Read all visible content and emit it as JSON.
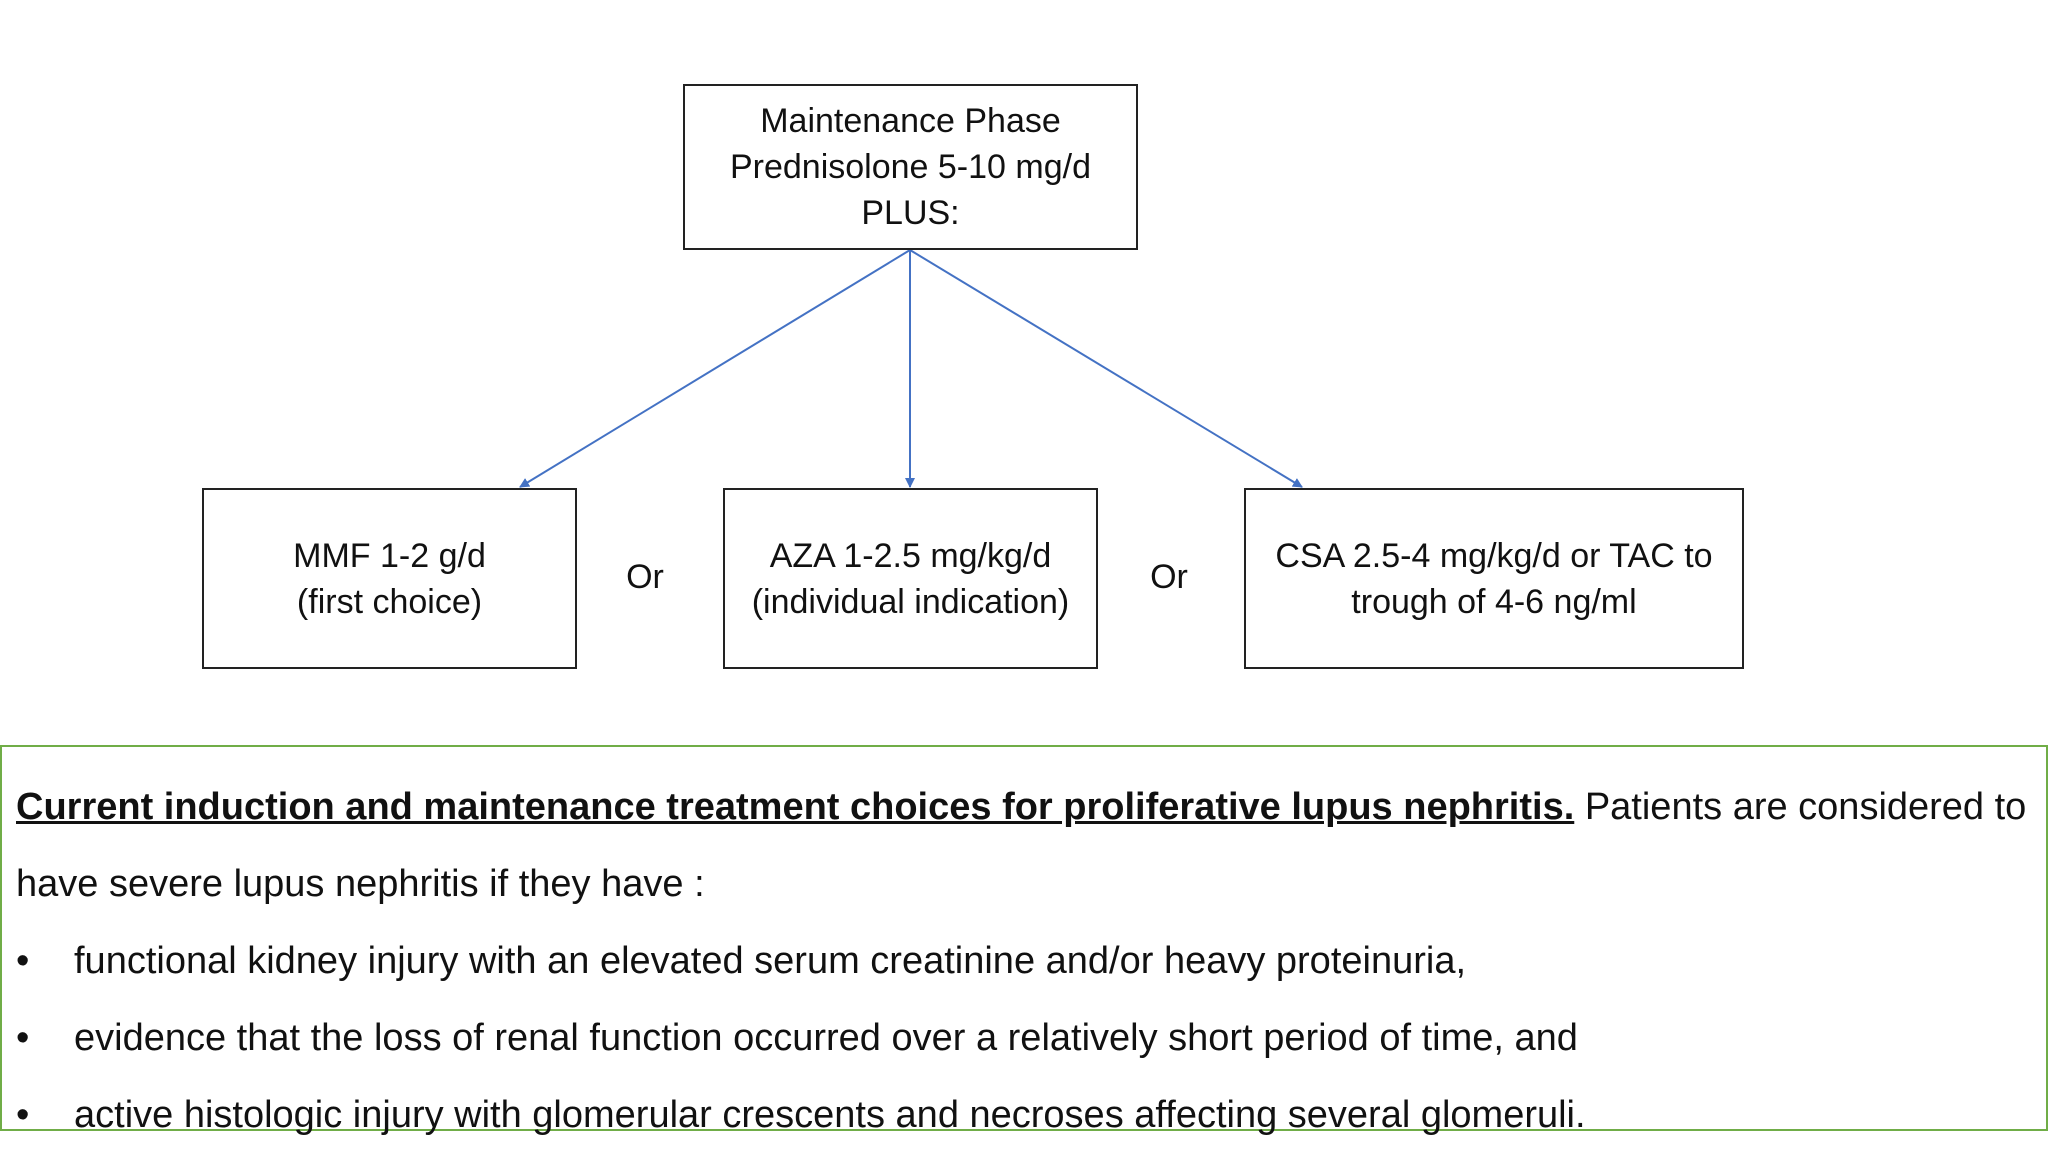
{
  "diagram": {
    "top_box": {
      "lines": [
        "Maintenance Phase",
        "Prednisolone 5-10 mg/d",
        "PLUS:"
      ]
    },
    "options": [
      {
        "lines": [
          "MMF 1-2 g/d",
          "(first choice)"
        ]
      },
      {
        "lines": [
          "AZA 1-2.5 mg/kg/d",
          "(individual indication)"
        ]
      },
      {
        "lines": [
          "CSA 2.5-4 mg/kg/d or TAC to",
          "trough of 4-6 ng/ml"
        ]
      }
    ],
    "separators": [
      "Or",
      "Or"
    ],
    "arrow_color": "#4472c4",
    "border_color": "#222222"
  },
  "caption": {
    "lead": "Current induction and maintenance treatment choices for proliferative lupus nephritis.",
    "text_line1": "Patients are considered to",
    "text_line2": "have severe lupus nephritis if they have :",
    "bullet_symbol": "•",
    "bullets": [
      "functional kidney injury with an elevated serum creatinine and/or heavy proteinuria,",
      "evidence that the loss of renal function occurred over a relatively short period of time, and",
      "active histologic injury with glomerular crescents and necroses affecting several glomeruli."
    ],
    "border_color": "#70ad47"
  }
}
